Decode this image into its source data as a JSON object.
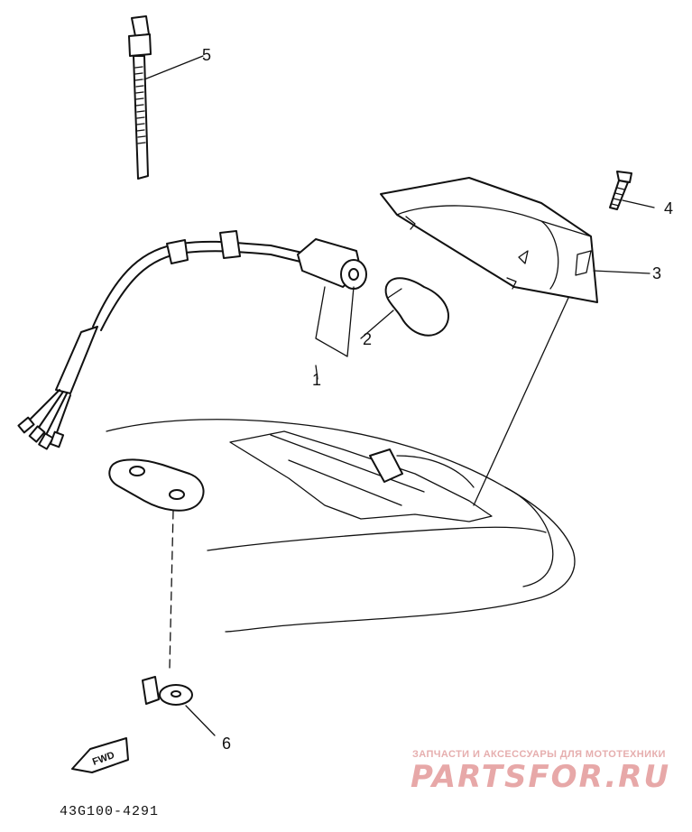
{
  "callouts": {
    "part1": "1",
    "part2": "2",
    "part3": "3",
    "part4": "4",
    "part5": "5",
    "part6": "6"
  },
  "direction_tag": "FWD",
  "diagram_code": "43G100-4291",
  "watermark": {
    "tagline": "ЗАПЧАСТИ И АКСЕССУАРЫ ДЛЯ МОТОТЕХНИКИ",
    "logo": "PARTSFOR.RU"
  }
}
